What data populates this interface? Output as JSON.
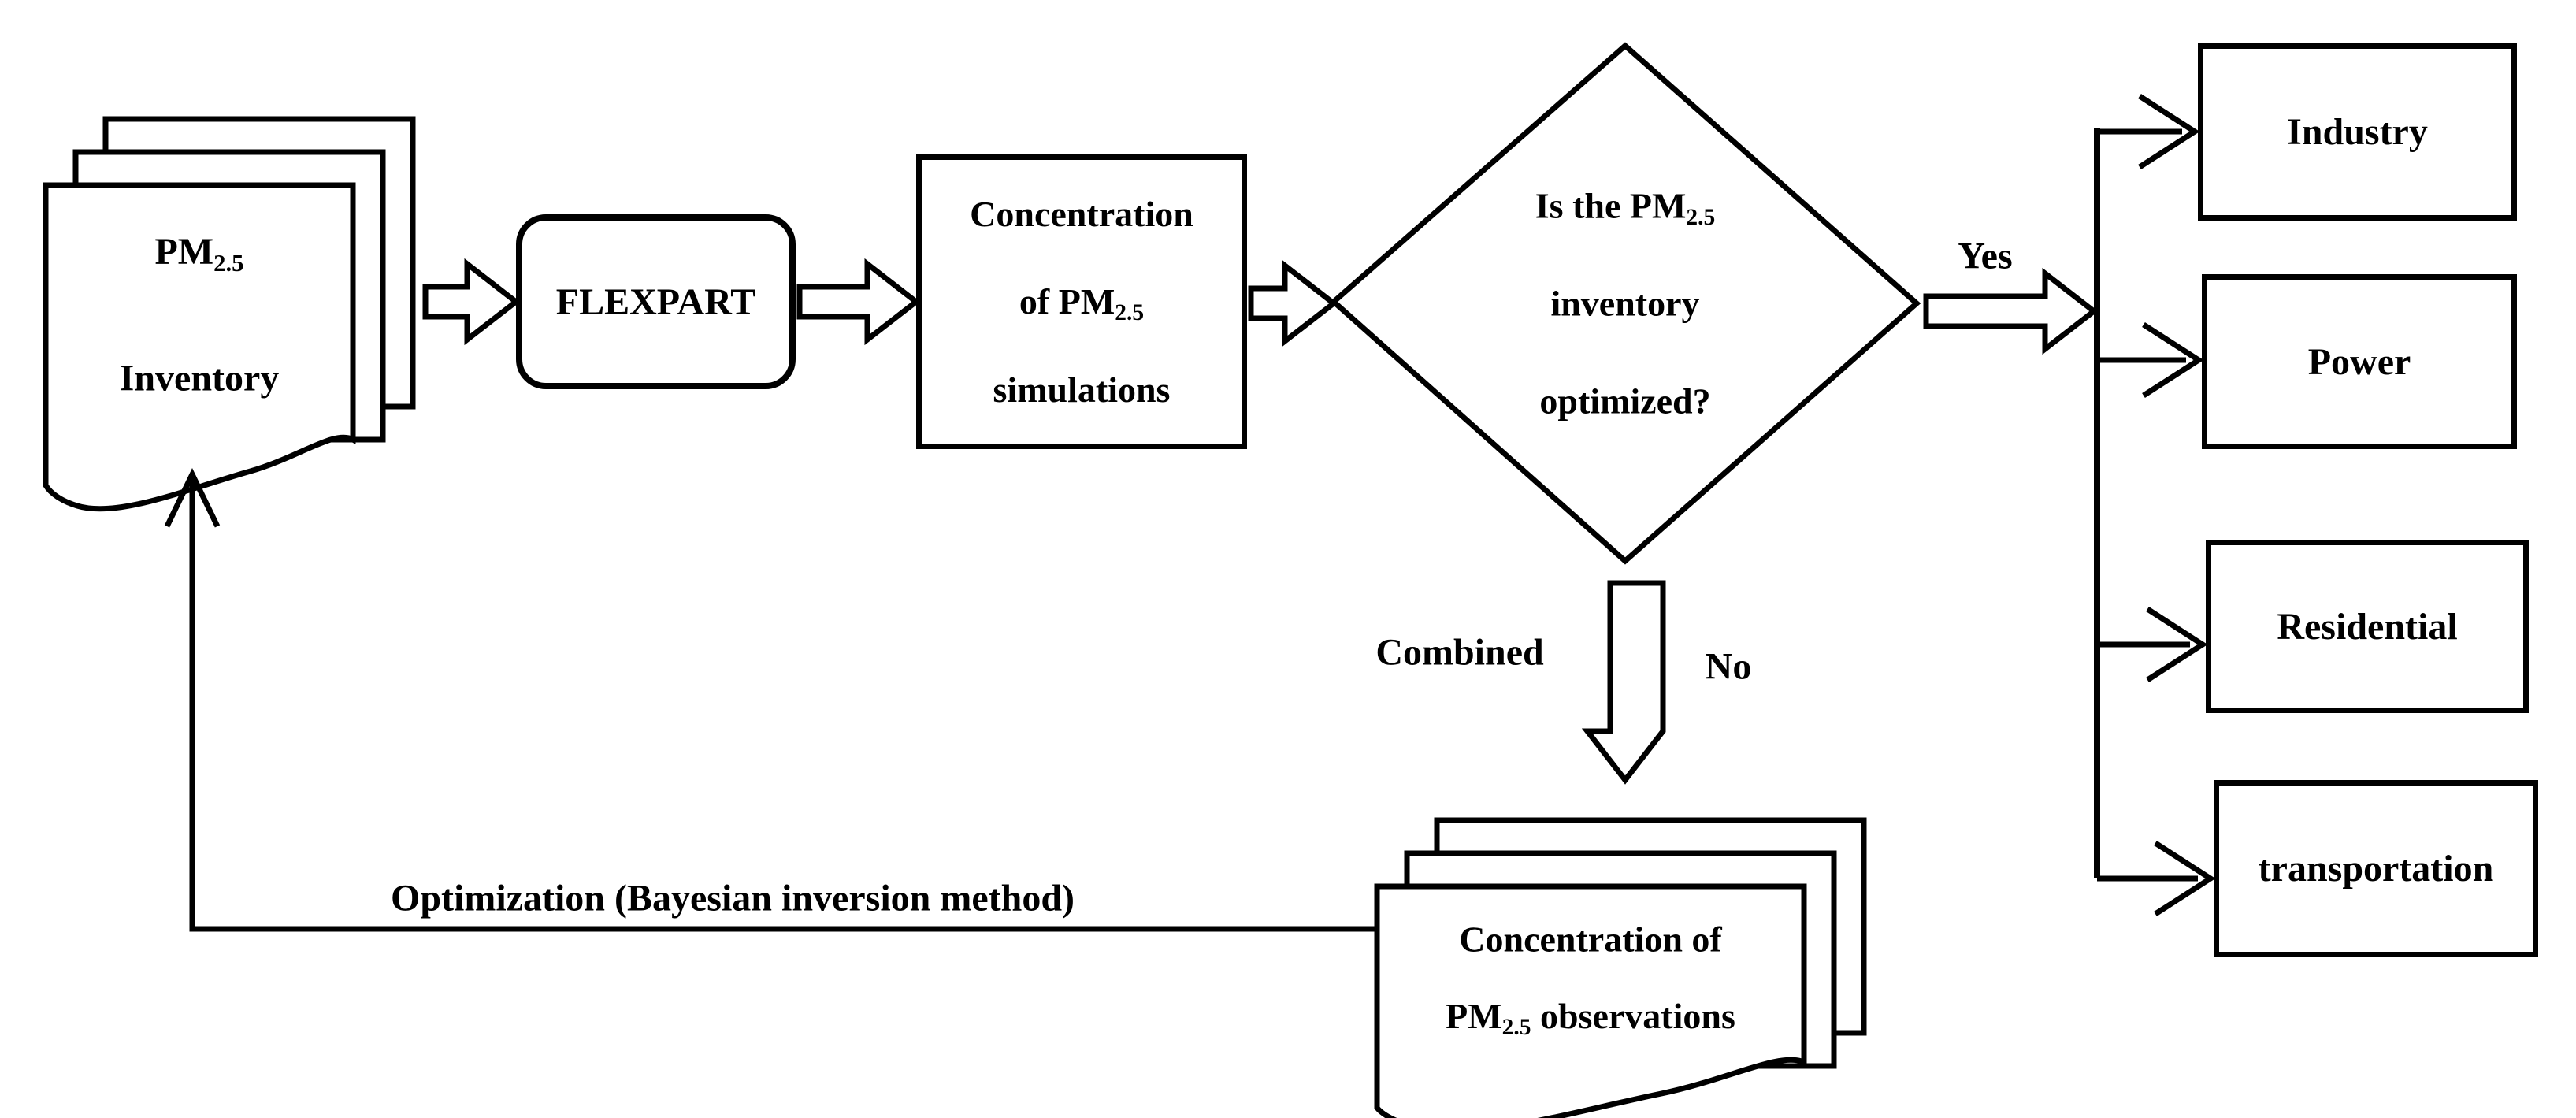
{
  "diagram": {
    "colors": {
      "ink": "#000000",
      "background": "#ffffff"
    },
    "inventory_doc": {
      "line1_main": "PM",
      "line1_sub": "2.5",
      "line2": "Inventory"
    },
    "flexpart_box": {
      "label": "FLEXPART"
    },
    "simulation_box": {
      "line1": "Concentration",
      "line2_main": "of PM",
      "line2_sub": "2.5",
      "line3": "simulations"
    },
    "decision_diamond": {
      "line1_main": "Is the PM",
      "line1_sub": "2.5",
      "line2": "inventory",
      "line3": "optimized?"
    },
    "yes_label": "Yes",
    "no_label": "No",
    "combined_label": "Combined",
    "optimization_label": "Optimization (Bayesian inversion method)",
    "observation_doc": {
      "line1": "Concentration of",
      "line2_main": "PM",
      "line2_sub": "2.5",
      "line2_rest": " observations"
    },
    "sector_boxes": [
      {
        "label": "Industry"
      },
      {
        "label": "Power"
      },
      {
        "label": "Residential"
      },
      {
        "label": "transportation"
      }
    ]
  }
}
